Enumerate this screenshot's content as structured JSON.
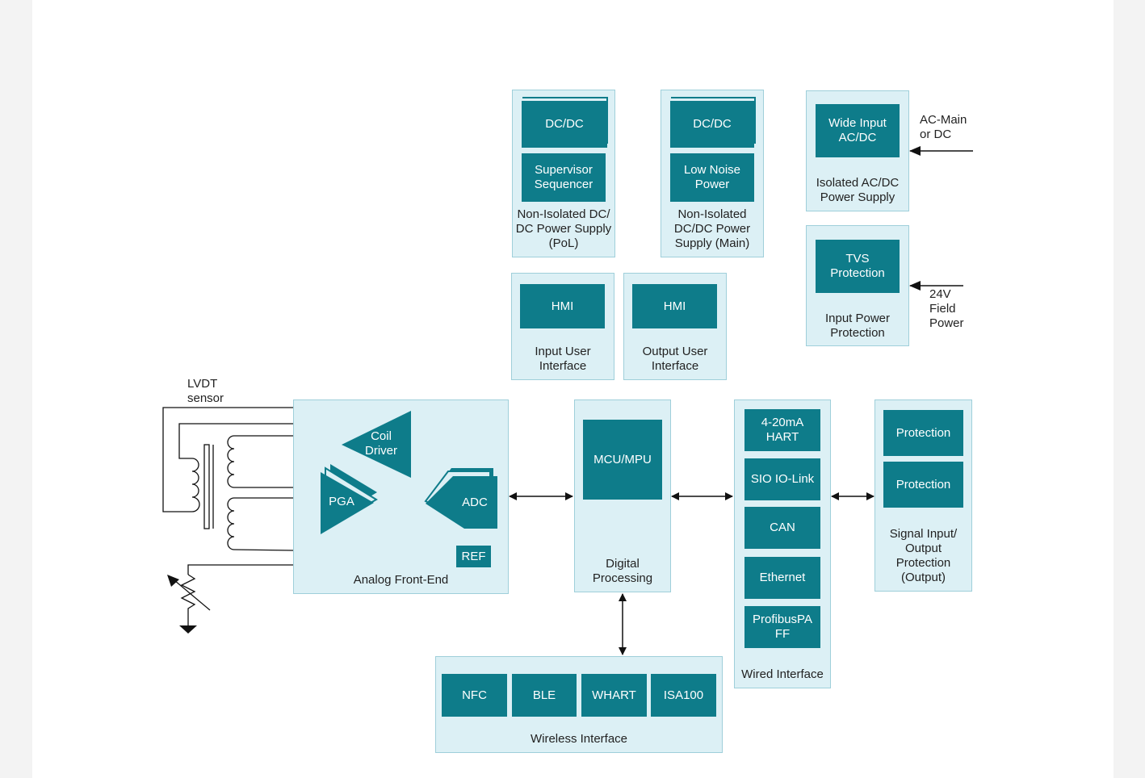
{
  "colors": {
    "block_fill": "#0e7c8a",
    "panel_fill": "#dcf0f5",
    "panel_border": "#9fcfda",
    "line": "#111111",
    "page_margin": "#f3f3f3"
  },
  "power_pol": {
    "dcdc": "DC/DC",
    "supervisor": "Supervisor\nSequencer",
    "caption": "Non-Isolated DC/\nDC Power Supply\n(PoL)"
  },
  "power_main": {
    "dcdc": "DC/DC",
    "low_noise": "Low Noise\nPower",
    "caption": "Non-Isolated\nDC/DC Power\nSupply (Main)"
  },
  "isolated": {
    "block": "Wide Input\nAC/DC",
    "caption": "Isolated AC/DC\nPower Supply",
    "input_label": "AC-Main\nor DC"
  },
  "input_protection": {
    "block": "TVS\nProtection",
    "caption": "Input Power\nProtection",
    "input_label": "24V\nField\nPower"
  },
  "input_ui": {
    "block": "HMI",
    "caption": "Input User\nInterface"
  },
  "output_ui": {
    "block": "HMI",
    "caption": "Output User\nInterface"
  },
  "sensor": {
    "label": "LVDT\nsensor"
  },
  "afe": {
    "coil_driver": "Coil\nDriver",
    "pga": "PGA",
    "adc": "ADC",
    "ref": "REF",
    "caption": "Analog Front-End"
  },
  "digital": {
    "block": "MCU/MPU",
    "caption": "Digital\nProcessing"
  },
  "wired": {
    "items": [
      "4-20mA\nHART",
      "SIO IO-Link",
      "CAN",
      "Ethernet",
      "ProfibusPA\nFF"
    ],
    "caption": "Wired Interface"
  },
  "signal_protection": {
    "items": [
      "Protection",
      "Protection"
    ],
    "caption": "Signal Input/\nOutput\nProtection\n(Output)"
  },
  "wireless": {
    "items": [
      "NFC",
      "BLE",
      "WHART",
      "ISA100"
    ],
    "caption": "Wireless Interface"
  }
}
